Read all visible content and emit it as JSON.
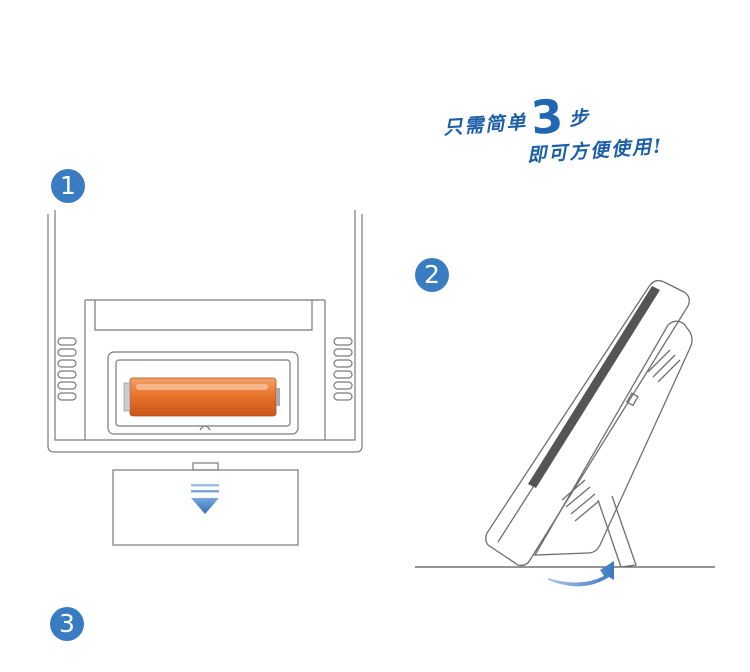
{
  "steps": {
    "one": "1",
    "two": "2",
    "three": "3"
  },
  "slogan": {
    "line1_before": "只需简单",
    "line1_number": "3",
    "line1_after": "步",
    "line2": "即可方便使用!"
  },
  "colors": {
    "badge": "#3a7cc2",
    "slogan": "#1d5fa6",
    "battery": "#e8732a",
    "arrow": "#4f86c6"
  }
}
